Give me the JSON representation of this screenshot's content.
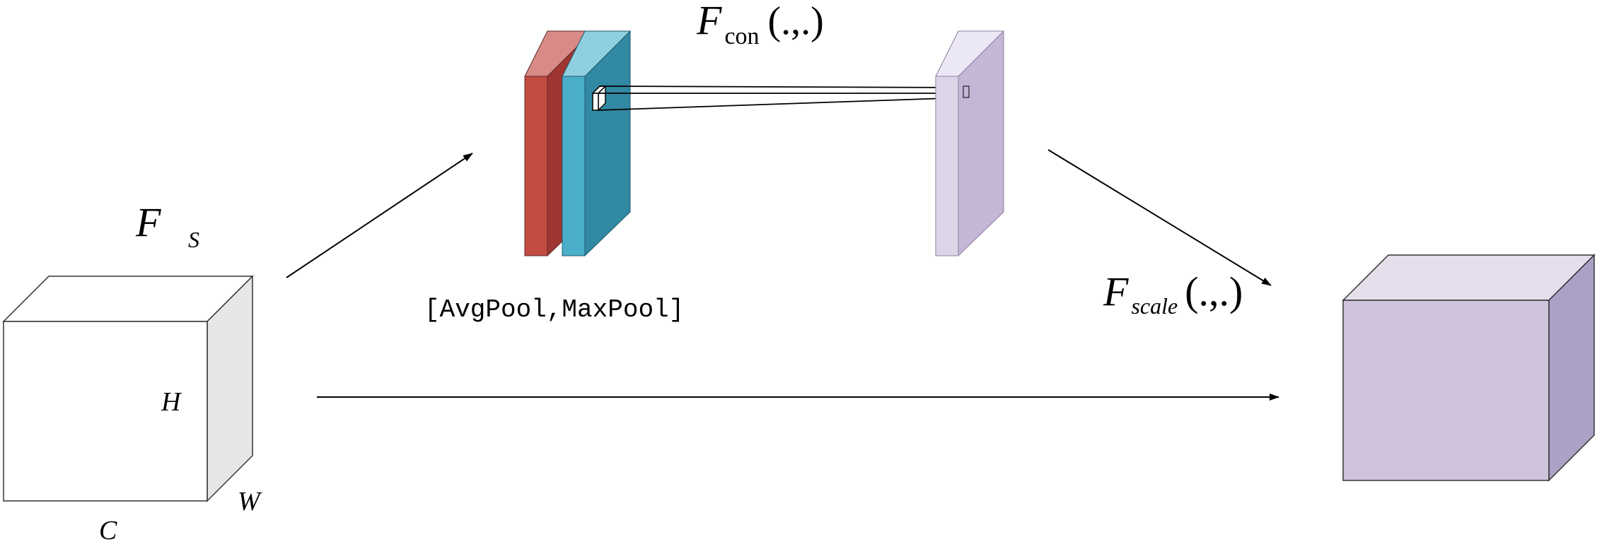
{
  "input_block": {
    "label_main": "F",
    "label_sub": "S",
    "dim_height": "H",
    "dim_width": "W",
    "dim_channels": "C",
    "colors": {
      "front": "#ffffff",
      "top": "#ffffff",
      "side": "#e6e6e6",
      "stroke": "#333333"
    }
  },
  "pool_maps": {
    "caption": "[AvgPool,MaxPool]",
    "colors": {
      "red_front": "#c24b42",
      "red_top": "#d98a86",
      "red_side": "#9e3530",
      "teal_front": "#4aaec8",
      "teal_top": "#8fcfdf",
      "teal_side": "#3189a3"
    }
  },
  "conv": {
    "label_main": "F",
    "label_sub": "con",
    "label_args": "(.,.)"
  },
  "attention_map": {
    "colors": {
      "front": "#dcd5e8",
      "top": "#ece7f4",
      "side": "#c4b6d5"
    }
  },
  "scale": {
    "label_main": "F",
    "label_sub": "scale",
    "label_args": "(.,.)"
  },
  "output_block": {
    "colors": {
      "front": "#d0c3dc",
      "top": "#e5deed",
      "side": "#aca0c6"
    }
  }
}
